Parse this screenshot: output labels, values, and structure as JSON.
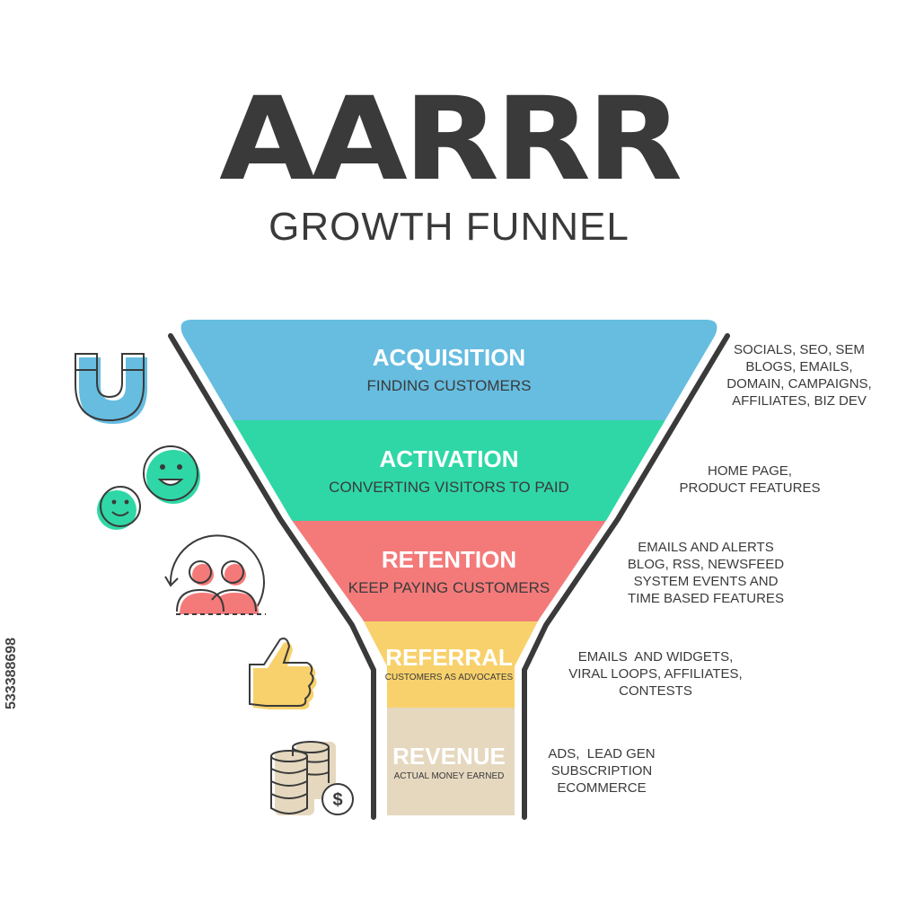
{
  "title": "AARRR",
  "subtitle": "GROWTH FUNNEL",
  "stock_id": "533388698",
  "stages": [
    {
      "name": "ACQUISITION",
      "description": "FINDING CUSTOMERS",
      "color": "#66bde0",
      "icon": "magnet-icon",
      "tactics": [
        "SOCIALS, SEO, SEM",
        "BLOGS, EMAILS,",
        "DOMAIN, CAMPAIGNS,",
        "AFFILIATES, BIZ DEV"
      ]
    },
    {
      "name": "ACTIVATION",
      "description": "CONVERTING VISITORS TO PAID",
      "color": "#2fd7a6",
      "icon": "smiley-faces-icon",
      "tactics": [
        "HOME PAGE,",
        "PRODUCT FEATURES"
      ]
    },
    {
      "name": "RETENTION",
      "description": "KEEP PAYING CUSTOMERS",
      "color": "#f47a7a",
      "icon": "returning-users-icon",
      "tactics": [
        "EMAILS AND ALERTS",
        "BLOG, RSS, NEWSFEED",
        "SYSTEM EVENTS AND",
        "TIME BASED FEATURES"
      ]
    },
    {
      "name": "REFERRAL",
      "description": "CUSTOMERS AS ADVOCATES",
      "color": "#f8d16c",
      "icon": "thumbs-up-icon",
      "tactics": [
        "EMAILS  AND WIDGETS,",
        "VIRAL LOOPS, AFFILIATES,",
        "CONTESTS"
      ]
    },
    {
      "name": "REVENUE",
      "description": "ACTUAL MONEY EARNED",
      "color": "#e5d8bf",
      "icon": "coins-dollar-icon",
      "tactics": [
        "ADS,  LEAD GEN",
        "SUBSCRIPTION",
        "ECOMMERCE"
      ]
    }
  ],
  "colors": {
    "outline": "#3a3a3a",
    "text_dark": "#3a3a3a",
    "text_light": "#ffffff"
  }
}
